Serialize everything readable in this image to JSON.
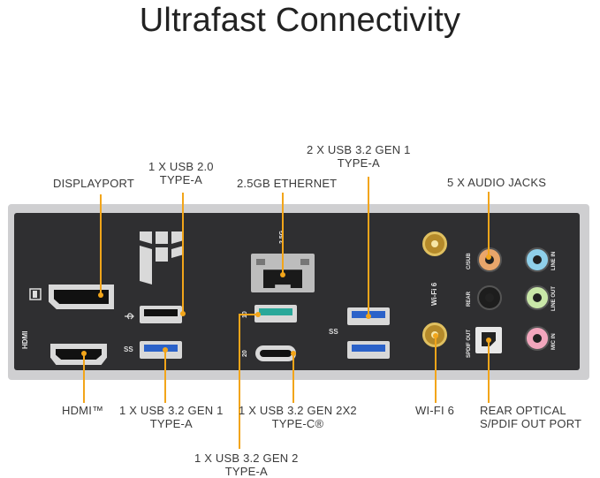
{
  "title": "Ultrafast Connectivity",
  "callouts_top": {
    "displayport": "DISPLAYPORT",
    "usb20": [
      "1 X USB 2.0",
      "TYPE-A"
    ],
    "ethernet": "2.5GB ETHERNET",
    "usb32gen1_x2": [
      "2 X USB 3.2 GEN 1",
      "TYPE-A"
    ],
    "audio": "5 X AUDIO JACKS"
  },
  "callouts_bottom": {
    "hdmi": "HDMI™",
    "usb32gen1": [
      "1 X USB 3.2 GEN 1",
      "TYPE-A"
    ],
    "usb32gen2x2": [
      "1 X USB 3.2 GEN 2X2",
      "TYPE-C®"
    ],
    "usb32gen2": [
      "1 X USB 3.2 GEN 2",
      "TYPE-A"
    ],
    "wifi": "WI-FI 6",
    "optical": [
      "REAR OPTICAL",
      "S/PDIF OUT PORT"
    ]
  },
  "silkscreen": {
    "hdmi": "HDMI",
    "ethernet_speed": "2.5G",
    "wifi": "Wi-Fi 6",
    "ss10": "10",
    "ss20": "20",
    "audio_csub": "C/SUB",
    "audio_rear": "REAR",
    "audio_spdif": "SPDIF OUT",
    "audio_line_in": "LINE IN",
    "audio_line_out": "LINE OUT",
    "audio_mic_in": "MIC IN"
  },
  "colors": {
    "accent_line": "#f2a51a",
    "panel": "#2f2f31",
    "usb3_blue": "#2b62c9",
    "usb_gen2_teal": "#2aa89a",
    "jack_orange": "#e9a66b",
    "jack_blue": "#8fd0ea",
    "jack_green": "#c9e7a8",
    "jack_pink": "#f2a6bd"
  }
}
